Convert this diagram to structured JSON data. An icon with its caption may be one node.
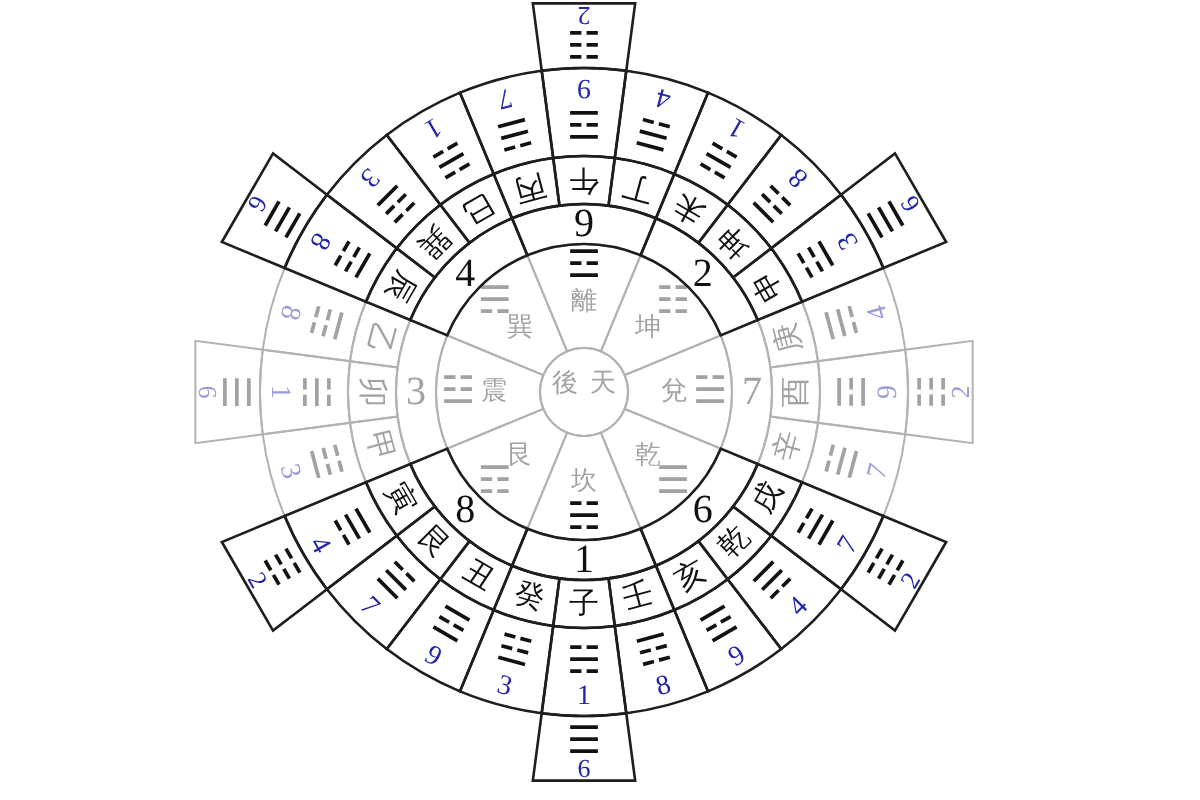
{
  "diagram": {
    "nodes": [
      {
        "text": [
          "後天"
        ]
      },
      {
        "text": [
          "☲",
          "離"
        ]
      },
      {
        "text": [
          "☷",
          "坤"
        ]
      },
      {
        "text": [
          "兌",
          "☱"
        ]
      },
      {
        "text": [
          "乾",
          "☰"
        ]
      },
      {
        "text": [
          "坎",
          "☵"
        ]
      },
      {
        "text": [
          "艮",
          "☶"
        ]
      },
      {
        "text": [
          "☳",
          "震"
        ]
      },
      {
        "text": [
          "☴",
          "巽"
        ]
      },
      {
        "text": [
          "9"
        ]
      },
      {
        "text": [
          "2"
        ]
      },
      {
        "text": [
          "7"
        ]
      },
      {
        "text": [
          "6"
        ]
      },
      {
        "text": [
          "1"
        ]
      },
      {
        "text": [
          "8"
        ]
      },
      {
        "text": [
          "3"
        ]
      },
      {
        "text": [
          "4"
        ]
      },
      {
        "text": [
          "午"
        ]
      },
      {
        "text": [
          "丁"
        ]
      },
      {
        "text": [
          "未"
        ]
      },
      {
        "text": [
          "坤"
        ]
      },
      {
        "text": [
          "申"
        ]
      },
      {
        "text": [
          "庚"
        ]
      },
      {
        "text": [
          "酉"
        ]
      },
      {
        "text": [
          "辛"
        ]
      },
      {
        "text": [
          "戌"
        ]
      },
      {
        "text": [
          "乾"
        ]
      },
      {
        "text": [
          "亥"
        ]
      },
      {
        "text": [
          "壬"
        ]
      },
      {
        "text": [
          "子"
        ]
      },
      {
        "text": [
          "癸"
        ]
      },
      {
        "text": [
          "丑"
        ]
      },
      {
        "text": [
          "艮"
        ]
      },
      {
        "text": [
          "寅"
        ]
      },
      {
        "text": [
          "甲"
        ]
      },
      {
        "text": [
          "卯"
        ]
      },
      {
        "text": [
          "乙"
        ]
      },
      {
        "text": [
          "辰"
        ]
      },
      {
        "text": [
          "巽"
        ]
      },
      {
        "text": [
          "巳"
        ]
      },
      {
        "text": [
          "丙"
        ]
      },
      {
        "text": [
          "☲",
          "9"
        ]
      },
      {
        "text": [
          "☴",
          "4"
        ]
      },
      {
        "text": [
          "☵",
          "1"
        ]
      },
      {
        "text": [
          "☶",
          "8"
        ]
      },
      {
        "text": [
          "☳",
          "3"
        ]
      },
      {
        "text": [
          "☴",
          "4"
        ]
      },
      {
        "text": [
          "☲",
          "9"
        ]
      },
      {
        "text": [
          "☱",
          "7"
        ]
      },
      {
        "text": [
          "☱",
          "7"
        ]
      },
      {
        "text": [
          "☴",
          "4"
        ]
      },
      {
        "text": [
          "☲",
          "9"
        ]
      },
      {
        "text": [
          "☶",
          "8"
        ]
      },
      {
        "text": [
          "☵",
          "1"
        ]
      },
      {
        "text": [
          "☳",
          "3"
        ]
      },
      {
        "text": [
          "☲",
          "9"
        ]
      },
      {
        "text": [
          "☱",
          "7"
        ]
      },
      {
        "text": [
          "☴",
          "4"
        ]
      },
      {
        "text": [
          "☳",
          "3"
        ]
      },
      {
        "text": [
          "☵",
          "1"
        ]
      },
      {
        "text": [
          "☶",
          "8"
        ]
      },
      {
        "text": [
          "☶",
          "8"
        ]
      },
      {
        "text": [
          "☳",
          "3"
        ]
      },
      {
        "text": [
          "☵",
          "1"
        ]
      },
      {
        "text": [
          "☱",
          "7"
        ]
      },
      {
        "text": [
          "☷",
          "2"
        ]
      },
      {
        "text": [
          "☰",
          "6"
        ]
      },
      {
        "text": [
          "☷",
          "2"
        ]
      },
      {
        "text": [
          "☷",
          "2"
        ]
      },
      {
        "text": [
          "☰",
          "6"
        ]
      },
      {
        "text": [
          "☷",
          "2"
        ]
      },
      {
        "text": [
          "☰",
          "6"
        ]
      },
      {
        "text": [
          "☰",
          "6"
        ]
      }
    ]
  }
}
